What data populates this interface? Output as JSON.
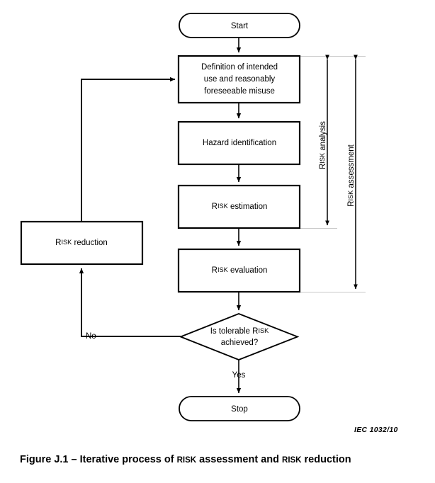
{
  "figure": {
    "caption_prefix": "Figure J.1 – Iterative process of ",
    "caption_risk_1": "RISK",
    "caption_mid": " assessment and ",
    "caption_risk_2": "RISK",
    "caption_suffix": " reduction",
    "source_note": "IEC   1032/10"
  },
  "nodes": {
    "start": {
      "label": "Start",
      "shape": "terminator"
    },
    "definition": {
      "line1": "Definition of intended",
      "line2": "use and reasonably",
      "line3": "foreseeable misuse",
      "shape": "process"
    },
    "hazard_identification": {
      "label": "Hazard identification",
      "shape": "process"
    },
    "risk_estimation": {
      "label_cap": "R",
      "label_small": "ISK",
      "label_rest": " estimation",
      "shape": "process"
    },
    "risk_evaluation": {
      "label_cap": "R",
      "label_small": "ISK",
      "label_rest": " evaluation",
      "shape": "process"
    },
    "risk_reduction": {
      "label_cap": "R",
      "label_small": "ISK",
      "label_rest": " reduction",
      "shape": "process"
    },
    "decision": {
      "line1_pre": "Is tolerable ",
      "line1_cap": "R",
      "line1_small": "ISK",
      "line2": "achieved?",
      "shape": "decision"
    },
    "stop": {
      "label": "Stop",
      "shape": "terminator"
    }
  },
  "edges": {
    "no_label": "No",
    "yes_label": "Yes"
  },
  "brackets": {
    "risk_analysis": {
      "cap": "R",
      "small": "ISK",
      "rest": " analysis"
    },
    "risk_assessment": {
      "cap": "R",
      "small": "ISK",
      "rest": " assessment"
    }
  },
  "colors": {
    "stroke": "#000000",
    "fill": "#ffffff",
    "leader": "#c9c9c9"
  }
}
